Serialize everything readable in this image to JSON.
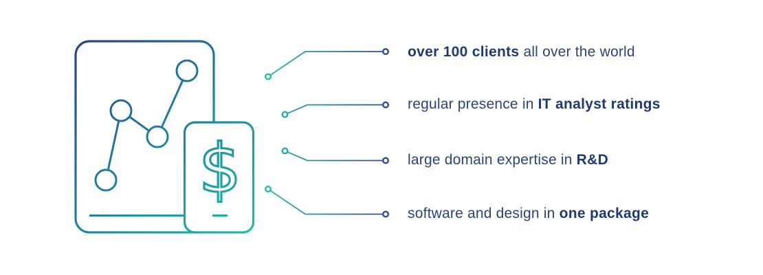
{
  "infographic": {
    "description": "company benefits infographic",
    "background_color": "#ffffff",
    "text_color_regular": "#2A4478",
    "text_color_bold": "#1E3A70"
  },
  "illustration": {
    "tablet_icon_name": "tablet-line-chart-icon",
    "phone_icon_name": "smartphone-dollar-icon",
    "dollar_symbol": "$",
    "gradient_start": "#28427E",
    "gradient_mid": "#236F9A",
    "gradient_end": "#1FBEA6"
  },
  "connectors": {
    "line_color_start": "#24BFA8",
    "line_color_end": "#2E4A8C"
  },
  "benefits": [
    {
      "prefix": "",
      "bold": "over 100 clients",
      "suffix": " all over the world"
    },
    {
      "prefix": "regular presence in ",
      "bold": "IT analyst ratings",
      "suffix": ""
    },
    {
      "prefix": "large domain expertise in ",
      "bold": "R&D",
      "suffix": ""
    },
    {
      "prefix": "software and design in ",
      "bold": "one package",
      "suffix": ""
    }
  ]
}
